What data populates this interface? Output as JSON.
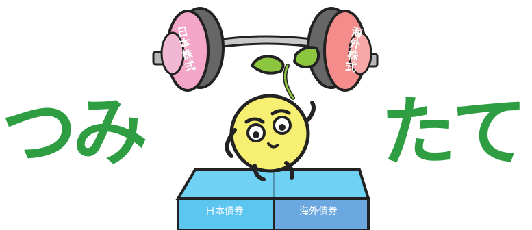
{
  "headline": {
    "left": "つみ",
    "right": "たて"
  },
  "plates": {
    "left": "日本株式",
    "right": "海外株式"
  },
  "podium": {
    "left": "日本債券",
    "right": "海外債券"
  },
  "colors": {
    "headline": "#2f9e43",
    "plate_left": "#f3a6c8",
    "plate_right": "#f58c8c",
    "podium_left": "#5cc6f0",
    "podium_right": "#6aa8df",
    "character": "#f7ef72",
    "leaf": "#8cc63f",
    "bar": "#c9c9c9"
  }
}
